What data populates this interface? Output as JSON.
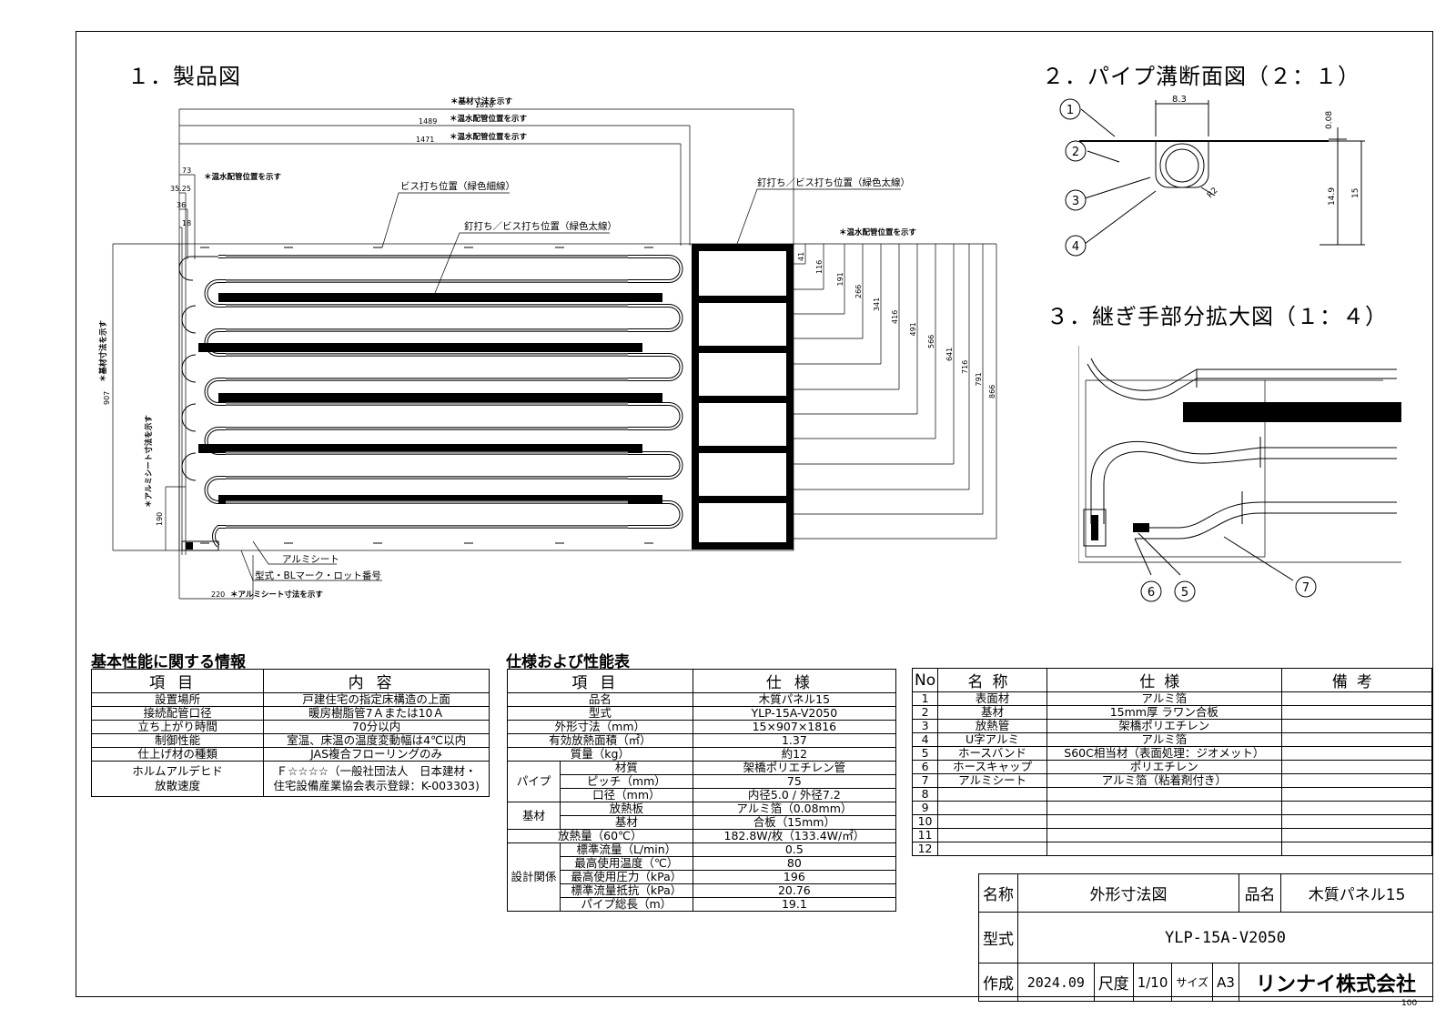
{
  "sections": {
    "product": "１．製品図",
    "pipe": "２．パイプ溝断面図（２：１）",
    "joint": "３．継ぎ手部分拡大図（１：４）"
  },
  "drawing": {
    "top_dims": [
      {
        "value": "1816",
        "note": "＊基材寸法を示す"
      },
      {
        "value": "1489",
        "note": "＊温水配管位置を示す"
      },
      {
        "value": "1471",
        "note": "＊温水配管位置を示す"
      }
    ],
    "left_dims": [
      {
        "value": "73",
        "note": "＊温水配管位置を示す"
      },
      {
        "value": "35.25"
      },
      {
        "value": "36"
      },
      {
        "value": "18"
      }
    ],
    "right_note": "＊温水配管位置を示す",
    "right_dims": [
      "41",
      "116",
      "191",
      "266",
      "341",
      "416",
      "491",
      "566",
      "641",
      "716",
      "791",
      "866"
    ],
    "vertical_907": "907",
    "vertical_907_note": "＊基材寸法を示す",
    "vertical_190": "190",
    "vertical_190_note": "＊アルミシート寸法を示す",
    "bottom_220": "220",
    "bottom_220_note": "＊アルミシート寸法を示す",
    "label_screw_thin": "ビス打ち位置（緑色細線）",
    "label_nail_thick": "釘打ち／ビス打ち位置（緑色太線）",
    "label_nail_thick2": "釘打ち／ビス打ち位置（緑色太線）",
    "label_alumi_sheet": "アルミシート",
    "label_type_mark": "型式・BLマーク・ロット番号",
    "pipe_dims": {
      "width": "8.3",
      "top": "0.08",
      "depth": "14.9",
      "total": "15",
      "radius": "R2"
    },
    "callouts": [
      "1",
      "2",
      "3",
      "4",
      "5",
      "6",
      "7"
    ]
  },
  "basic_perf": {
    "title": "基本性能に関する情報",
    "headers": [
      "項目",
      "内容"
    ],
    "rows": [
      [
        "設置場所",
        "戸建住宅の指定床構造の上面"
      ],
      [
        "接続配管口径",
        "暖房樹脂管7Ａまたは10Ａ"
      ],
      [
        "立ち上がり時間",
        "70分以内"
      ],
      [
        "制御性能",
        "室温、床温の温度変動幅は4℃以内"
      ],
      [
        "仕上げ材の種類",
        "JAS複合フローリングのみ"
      ]
    ],
    "formaldehyde_label1": "ホルムアルデヒド",
    "formaldehyde_label2": "放散速度",
    "formaldehyde_value1": "Ｆ☆☆☆☆（一般社団法人　日本建材・",
    "formaldehyde_value2": "住宅設備産業協会表示登録：K-003303)"
  },
  "spec": {
    "title": "仕様および性能表",
    "headers": [
      "項目",
      "仕様"
    ],
    "rows_simple": [
      [
        "品名",
        "木質パネル15"
      ],
      [
        "型式",
        "YLP-15A-V2050"
      ],
      [
        "外形寸法（mm）",
        "15×907×1816"
      ],
      [
        "有効放熱面積（㎡）",
        "1.37"
      ],
      [
        "質量（kg）",
        "約12"
      ]
    ],
    "pipe_group": "パイプ",
    "pipe_rows": [
      [
        "材質",
        "架橋ポリエチレン管"
      ],
      [
        "ピッチ（mm）",
        "75"
      ],
      [
        "口径（mm）",
        "内径5.0 / 外径7.2"
      ]
    ],
    "base_group": "基材",
    "base_rows": [
      [
        "放熱板",
        "アルミ箔（0.08mm）"
      ],
      [
        "基材",
        "合板（15mm）"
      ]
    ],
    "heat_row": [
      "放熱量（60℃）",
      "182.8W/枚（133.4W/㎡）"
    ],
    "design_group": "設計関係",
    "design_rows": [
      [
        "標準流量（L/min）",
        "0.5"
      ],
      [
        "最高使用温度（℃）",
        "80"
      ],
      [
        "最高使用圧力（kPa）",
        "196"
      ],
      [
        "標準流量抵抗（kPa）",
        "20.76"
      ],
      [
        "パイプ総長（m）",
        "19.1"
      ]
    ]
  },
  "parts": {
    "headers": [
      "No",
      "名称",
      "仕様",
      "備考"
    ],
    "rows": [
      [
        "1",
        "表面材",
        "アルミ箔",
        ""
      ],
      [
        "2",
        "基材",
        "15mm厚 ラワン合板",
        ""
      ],
      [
        "3",
        "放熱管",
        "架橋ポリエチレン",
        ""
      ],
      [
        "4",
        "U字アルミ",
        "アルミ箔",
        ""
      ],
      [
        "5",
        "ホースバンド",
        "S60C相当材（表面処理：ジオメット）",
        ""
      ],
      [
        "6",
        "ホースキャップ",
        "ポリエチレン",
        ""
      ],
      [
        "7",
        "アルミシート",
        "アルミ箔（粘着剤付き）",
        ""
      ],
      [
        "8",
        "",
        "",
        ""
      ],
      [
        "9",
        "",
        "",
        ""
      ],
      [
        "10",
        "",
        "",
        ""
      ],
      [
        "11",
        "",
        "",
        ""
      ],
      [
        "12",
        "",
        "",
        ""
      ]
    ]
  },
  "title_block": {
    "name_label": "名称",
    "name_value": "外形寸法図",
    "product_label": "品名",
    "product_value": "木質パネル15",
    "type_label": "型式",
    "type_value": "YLP-15A-V2050",
    "made_label": "作成",
    "made_value": "2024.09",
    "scale_label": "尺度",
    "scale_value": "1/10",
    "size_label": "サイズ",
    "size_value": "A3",
    "company": "リンナイ株式会社"
  },
  "corner_number": "100"
}
